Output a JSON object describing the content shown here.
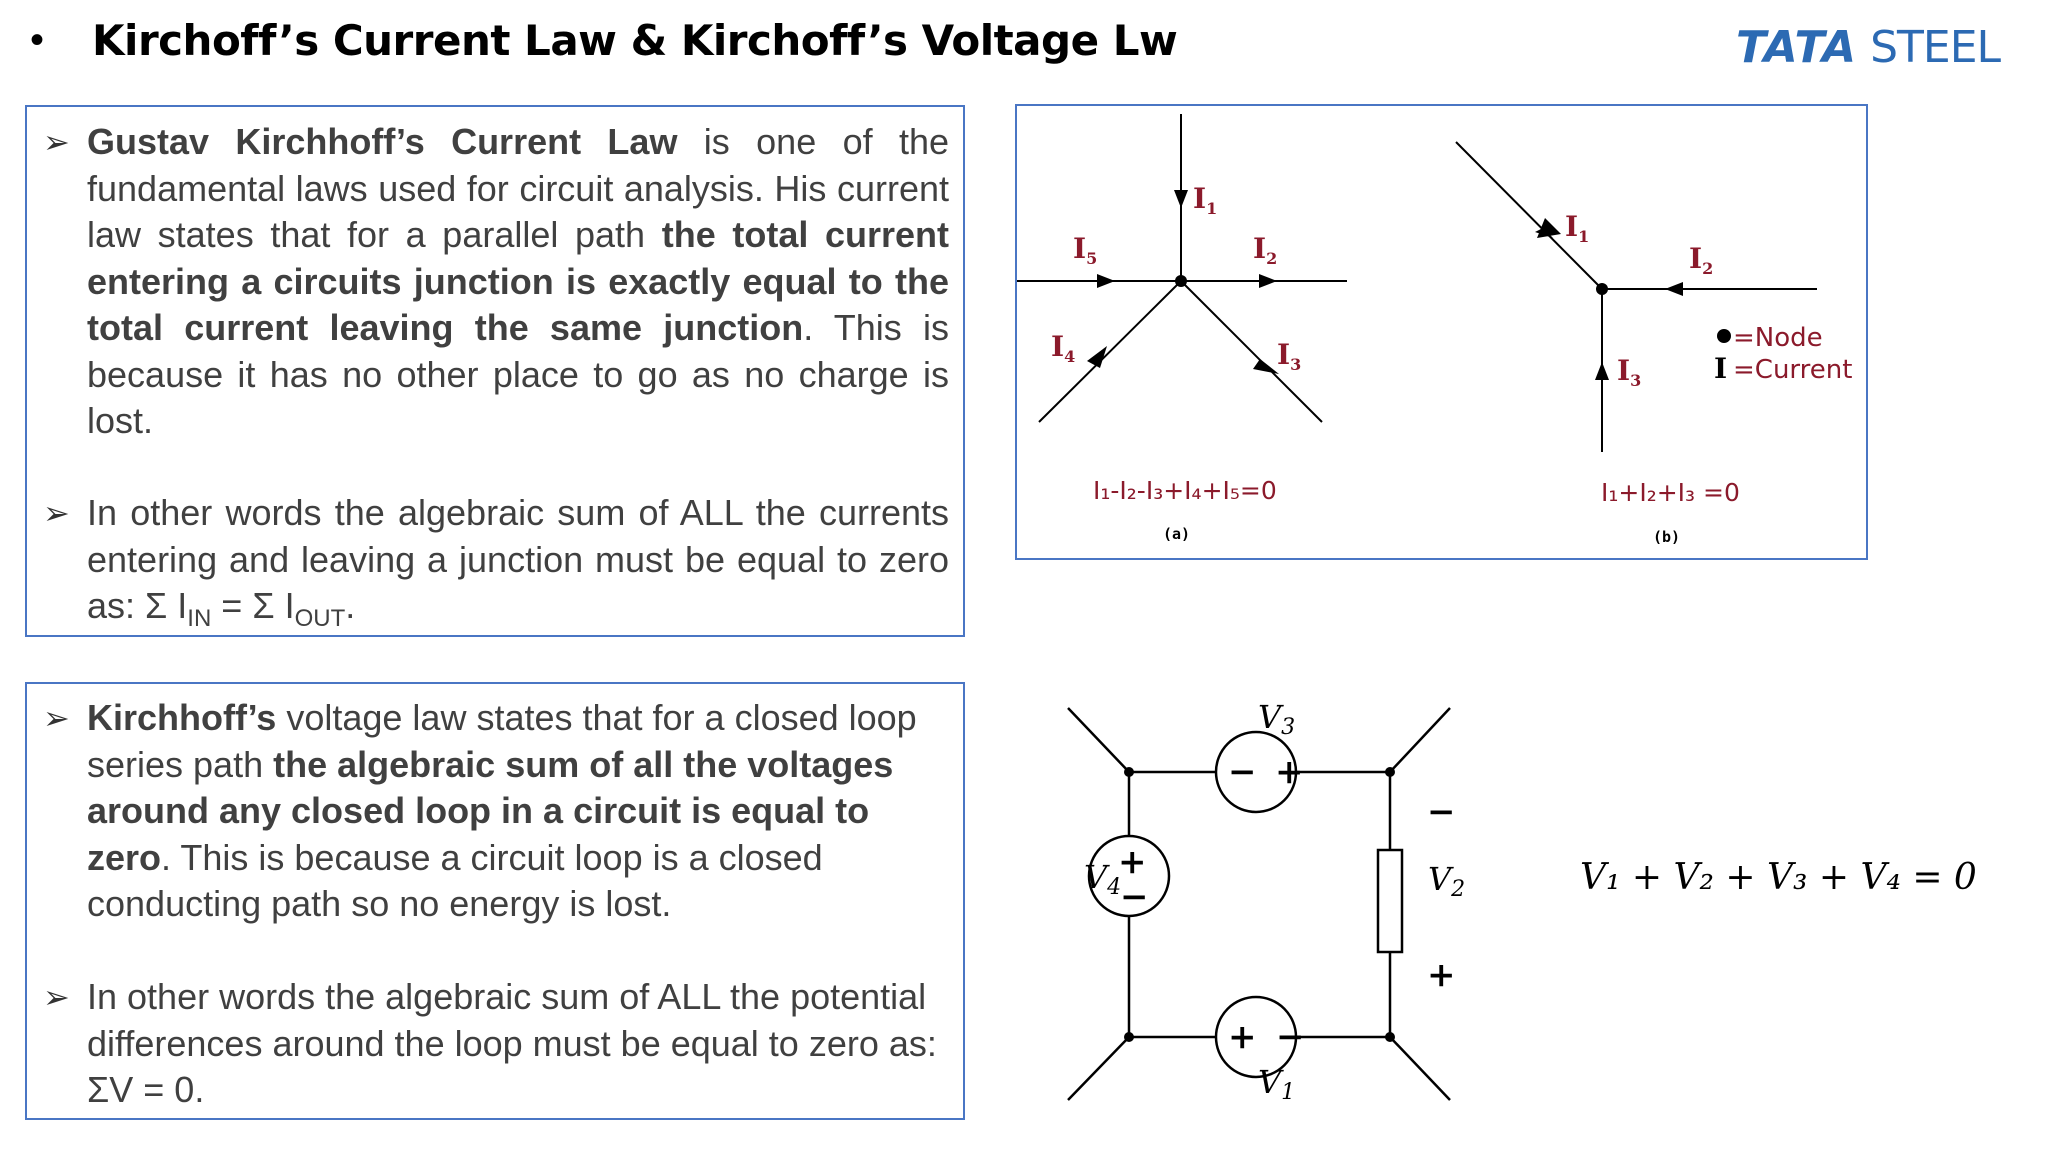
{
  "header": {
    "bullet": "•",
    "title": "Kirchoff’s Current Law & Kirchoff’s Voltage Lw",
    "logo_part1": "TATA",
    "logo_part2": " STEEL",
    "logo_color": "#2c6ab3"
  },
  "kcl": {
    "p1": {
      "b1": "Gustav Kirchhoff’s Current Law",
      "t1": " is one of the fundamental laws used for circuit analysis. His current law states that for a parallel path ",
      "b2": "the total current entering a circuits junction is exactly equal to the total current leaving the same junction",
      "t2": ". This is because it has no other place to go as no charge is lost."
    },
    "p2": {
      "t1": "In other words the algebraic sum of ALL the currents entering and leaving a junction must be equal to zero as: Σ I",
      "sub1": "IN",
      "t2": " = Σ I",
      "sub2": "OUT",
      "t3": "."
    }
  },
  "kvl": {
    "p1": {
      "b1": "Kirchhoff’s",
      "t1": " voltage law states that for a closed loop series path ",
      "b2": "the algebraic sum of all the voltages around any closed loop in a circuit is equal to zero",
      "t2": ". This is because a circuit loop is a closed conducting path so no energy is lost."
    },
    "p2": {
      "t1": "In other words the algebraic sum of ALL the potential differences around the loop must be equal to zero as: ΣV = 0."
    }
  },
  "figure_kcl": {
    "a": {
      "I1": "I",
      "I1_sub": "1",
      "I2": "I",
      "I2_sub": "2",
      "I3": "I",
      "I3_sub": "3",
      "I4": "I",
      "I4_sub": "4",
      "I5": "I",
      "I5_sub": "5",
      "equation": "I₁-I₂-I₃+I₄+I₅=0",
      "caption": "(a)"
    },
    "b": {
      "I1": "I",
      "I1_sub": "1",
      "I2": "I",
      "I2_sub": "2",
      "I3": "I",
      "I3_sub": "3",
      "equation": "I₁+I₂+I₃ =0",
      "caption": "(b)"
    },
    "legend_node": "=Node",
    "legend_current_symbol": "I",
    "legend_current": "=Current",
    "label_color": "#8b1a2b"
  },
  "figure_kvl": {
    "V1": "V",
    "V1_sub": "1",
    "V2": "V",
    "V2_sub": "2",
    "V3": "V",
    "V3_sub": "3",
    "V4": "V",
    "V4_sub": "4",
    "plus": "+",
    "minus": "−",
    "equation": "V₁ + V₂ + V₃ + V₄ = 0"
  }
}
